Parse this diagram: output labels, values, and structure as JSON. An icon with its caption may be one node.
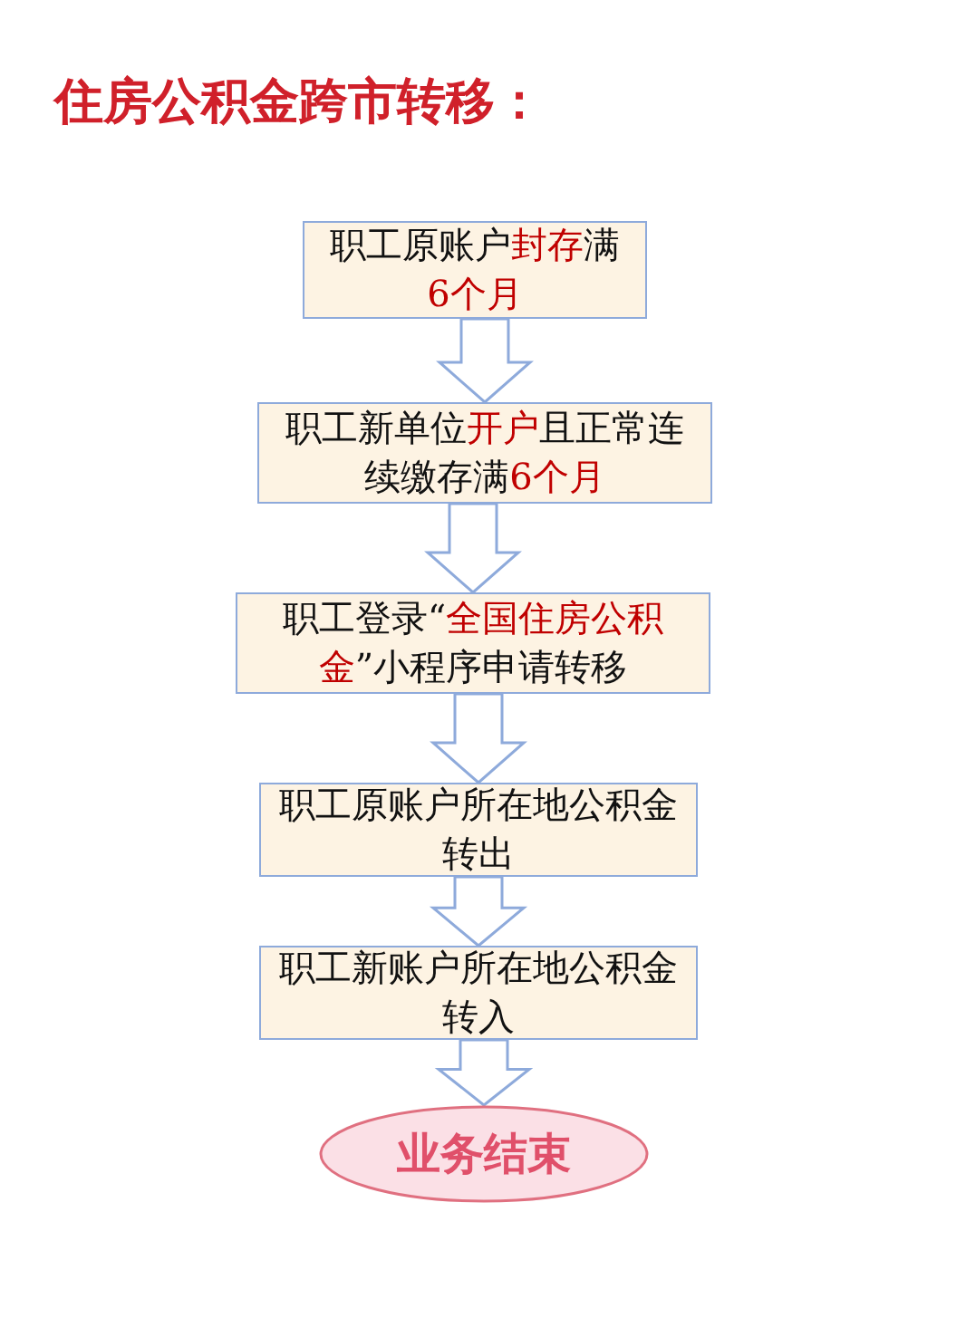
{
  "diagram": {
    "title": "住房公积金跨市转移：",
    "nodes": [
      {
        "text": [
          "职工原账户**封存**满**6个月**"
        ]
      },
      {
        "text": [
          "职工新单位**开户**且正常连续缴存满**6个月**"
        ]
      },
      {
        "text": [
          "职工登录“**全国住房公积金**”小程序申请转移"
        ]
      },
      {
        "text": [
          "职工原账户所在地公积金转出"
        ]
      },
      {
        "text": [
          "职工新账户所在地公积金转入"
        ]
      },
      {
        "text": [
          "业务结束"
        ]
      }
    ],
    "edges": [
      {
        "from": 0,
        "to": 1,
        "arrow": "to"
      },
      {
        "from": 1,
        "to": 2,
        "arrow": "to"
      },
      {
        "from": 2,
        "to": 3,
        "arrow": "to"
      },
      {
        "from": 3,
        "to": 4,
        "arrow": "to"
      },
      {
        "from": 4,
        "to": 5,
        "arrow": "to"
      }
    ]
  }
}
